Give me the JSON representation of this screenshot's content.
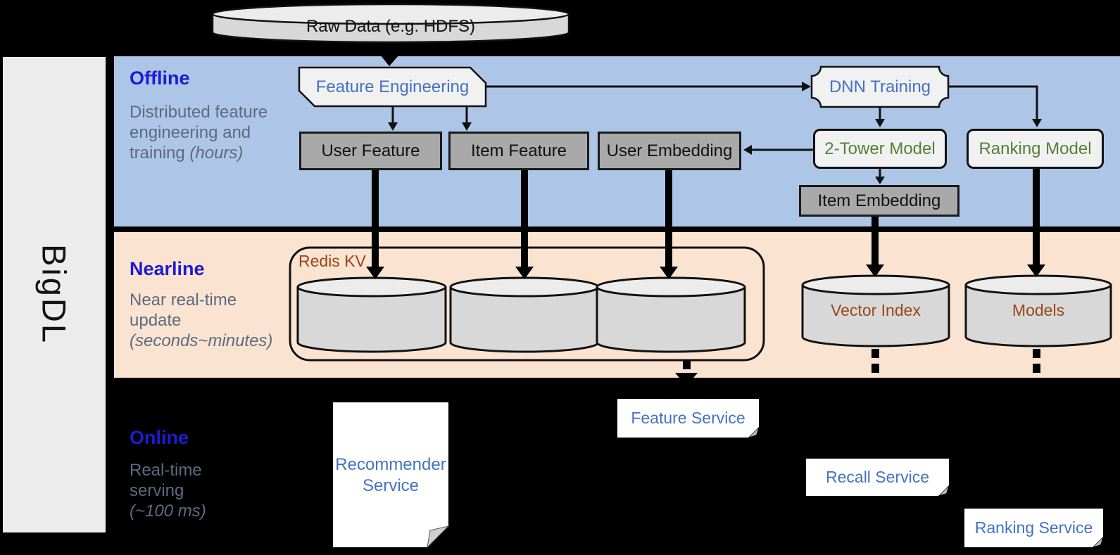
{
  "brand": {
    "label": "BigDL"
  },
  "raw_data": {
    "label": "Raw Data (e.g. HDFS)"
  },
  "sections": {
    "offline": {
      "title": "Offline",
      "subtitle": "Distributed feature engineering and training",
      "subtitle_em": "(hours)"
    },
    "nearline": {
      "title": "Nearline",
      "subtitle": "Near real-time update",
      "subtitle_em": "(seconds~minutes)"
    },
    "online": {
      "title": "Online",
      "subtitle": "Real-time serving",
      "subtitle_em": "(~100 ms)"
    }
  },
  "nodes": {
    "feature_engineering": "Feature Engineering",
    "dnn_training": "DNN Training",
    "user_feature": "User Feature",
    "item_feature": "Item Feature",
    "user_embedding": "User Embedding",
    "two_tower_model": "2-Tower Model",
    "ranking_model": "Ranking Model",
    "item_embedding": "Item Embedding",
    "redis_kv": "Redis KV",
    "vector_index": "Vector Index",
    "models": "Models",
    "recommender_service": "Recommender Service",
    "feature_service": "Feature Service",
    "recall_service": "Recall Service",
    "ranking_service": "Ranking Service"
  },
  "colors": {
    "offline_band": "#adc5e7",
    "nearline_band": "#fae3d1",
    "sidebar_gray": "#ececec",
    "section_title_blue": "#1e1bd2",
    "node_text_blue": "#4472c4",
    "model_text_green": "#538135",
    "storage_text_brown": "#9a4616",
    "subtitle_slate": "#5b6b80",
    "gray_node_fill": "#a9a9a9",
    "light_node_fill": "#f1f1f1",
    "cylinder_fill": "#d8d8d8"
  }
}
